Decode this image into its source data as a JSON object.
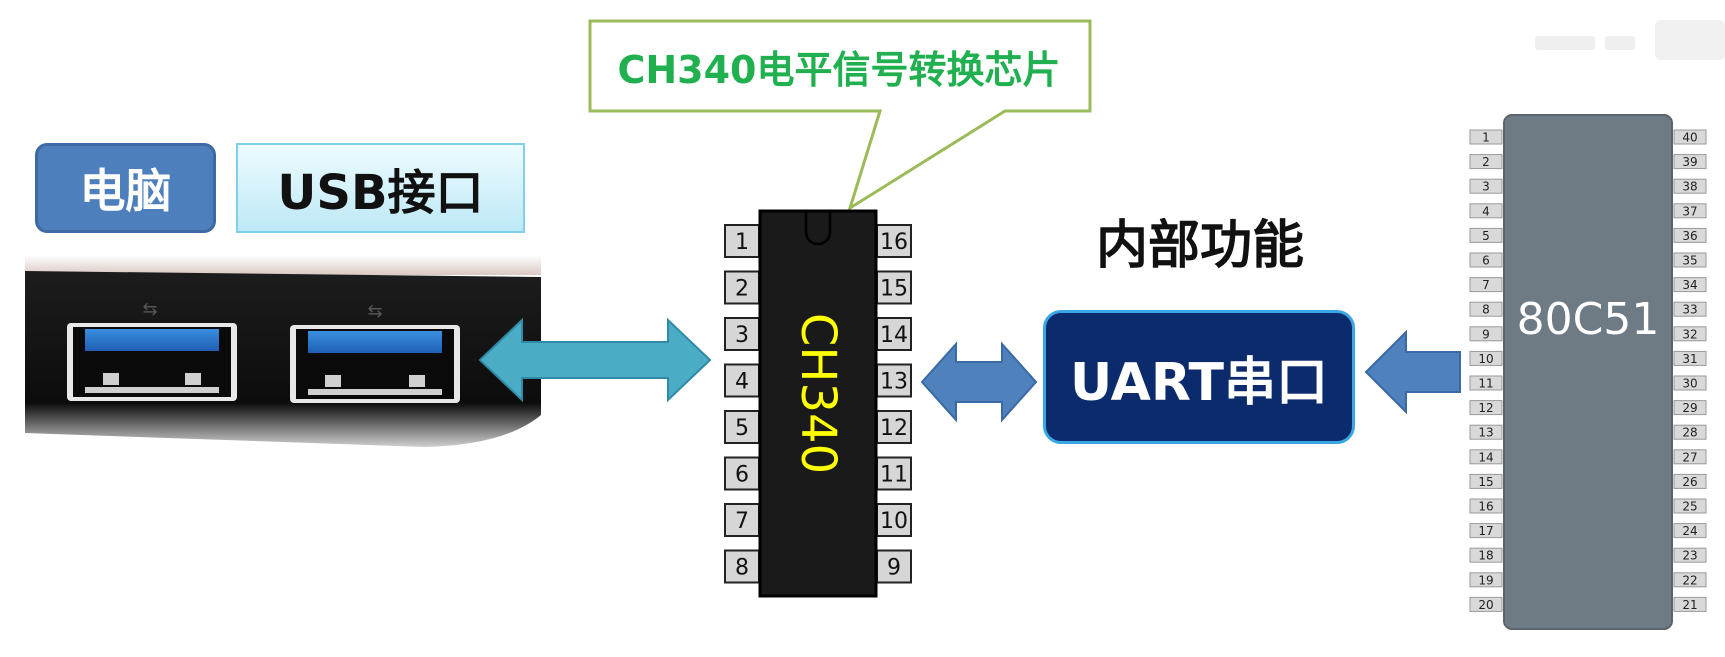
{
  "labels": {
    "computer": "电脑",
    "usb_port": "USB接口",
    "callout": "CH340电平信号转换芯片",
    "internal_function": "内部功能",
    "uart": "UART串口"
  },
  "ch340": {
    "name": "CH340",
    "left_pins": [
      "1",
      "2",
      "3",
      "4",
      "5",
      "6",
      "7",
      "8"
    ],
    "right_pins": [
      "16",
      "15",
      "14",
      "13",
      "12",
      "11",
      "10",
      "9"
    ]
  },
  "mcu": {
    "name": "80C51",
    "left_pins": [
      "1",
      "2",
      "3",
      "4",
      "5",
      "6",
      "7",
      "8",
      "9",
      "10",
      "11",
      "12",
      "13",
      "14",
      "15",
      "16",
      "17",
      "18",
      "19",
      "20"
    ],
    "right_pins": [
      "40",
      "39",
      "38",
      "37",
      "36",
      "35",
      "34",
      "33",
      "32",
      "31",
      "30",
      "29",
      "28",
      "27",
      "26",
      "25",
      "24",
      "23",
      "22",
      "21"
    ]
  },
  "colors": {
    "computer_box": "#4e7fbd",
    "callout_border": "#9bbb59",
    "callout_text": "#20b050",
    "chip_body": "#1a1a1a",
    "chip_label": "#ffff00",
    "uart_box": "#0c2b6c",
    "arrow_usb": "#4bacc6",
    "arrow_blue": "#4f81bd",
    "mcu_body": "#6e7b85"
  }
}
